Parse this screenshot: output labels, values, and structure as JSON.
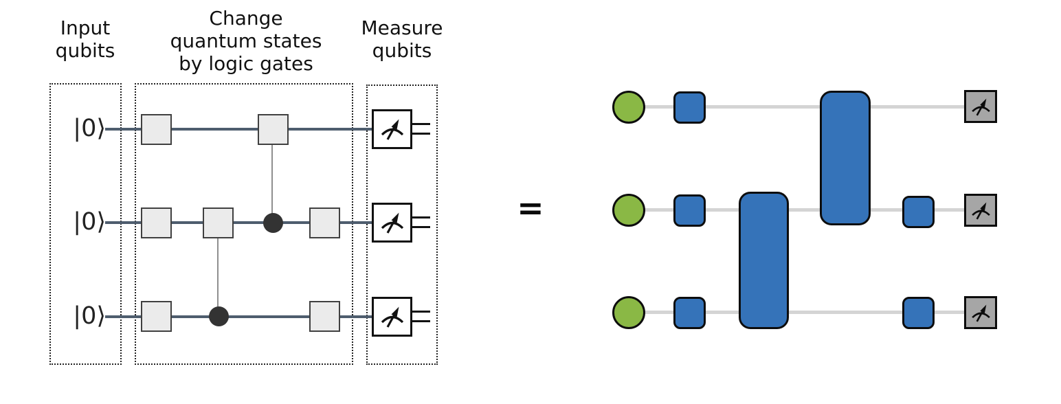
{
  "figure_type": "quantum-circuit-diagram",
  "left_panel": {
    "section_labels": {
      "input": {
        "lines": [
          "Input",
          "qubits"
        ]
      },
      "gates": {
        "lines": [
          "Change",
          "quantum states",
          "by logic gates"
        ]
      },
      "measure": {
        "lines": [
          "Measure",
          "qubits"
        ]
      }
    },
    "qubit_labels": [
      "|0⟩",
      "|0⟩",
      "|0⟩"
    ],
    "circuit_structure": {
      "qubits": 3,
      "gate_columns": 4,
      "gates": [
        {
          "row": 1,
          "column": 1,
          "type": "box-gate"
        },
        {
          "row": 1,
          "column": 3,
          "type": "box-gate",
          "control_dot_on_row": 2
        },
        {
          "row": 2,
          "column": 1,
          "type": "box-gate"
        },
        {
          "row": 2,
          "column": 2,
          "type": "box-gate",
          "control_dot_on_row": 3
        },
        {
          "row": 2,
          "column": 3,
          "type": "control-dot"
        },
        {
          "row": 2,
          "column": 4,
          "type": "box-gate"
        },
        {
          "row": 3,
          "column": 1,
          "type": "box-gate"
        },
        {
          "row": 3,
          "column": 2,
          "type": "control-dot"
        },
        {
          "row": 3,
          "column": 4,
          "type": "box-gate"
        }
      ],
      "measurement_on_each_qubit": true,
      "classical_output": "double-line"
    }
  },
  "equals_sign": "=",
  "right_panel": {
    "circuit_structure": {
      "qubits": 3,
      "rows": [
        {
          "row": 1,
          "sequence": [
            "input-state",
            "single-qubit-gate",
            "two-qubit-gate-rows-1-2",
            "measurement"
          ]
        },
        {
          "row": 2,
          "sequence": [
            "input-state",
            "single-qubit-gate",
            "two-qubit-gate-rows-2-3",
            "two-qubit-gate-rows-1-2",
            "single-qubit-gate",
            "measurement"
          ]
        },
        {
          "row": 3,
          "sequence": [
            "input-state",
            "single-qubit-gate",
            "two-qubit-gate-rows-2-3",
            "single-qubit-gate",
            "measurement"
          ]
        }
      ]
    }
  },
  "icons": {
    "measure": "measure-gauge-icon"
  },
  "colors": {
    "background": "#ffffff",
    "text": "#1a1a1a",
    "dashed_outline": "#222222",
    "left_wire": "#4e5d6e",
    "left_gate_fill": "#ebebeb",
    "left_gate_border": "#404040",
    "control_dot": "#333333",
    "connector_line": "#8f8f8f",
    "measure_box_left_fill": "#ffffff",
    "black_outline": "#111111",
    "right_wire": "#d4d4d4",
    "input_node_green": "#8ab845",
    "gate_node_blue": "#3573b9",
    "measure_node_gray": "#a6a6a6"
  }
}
